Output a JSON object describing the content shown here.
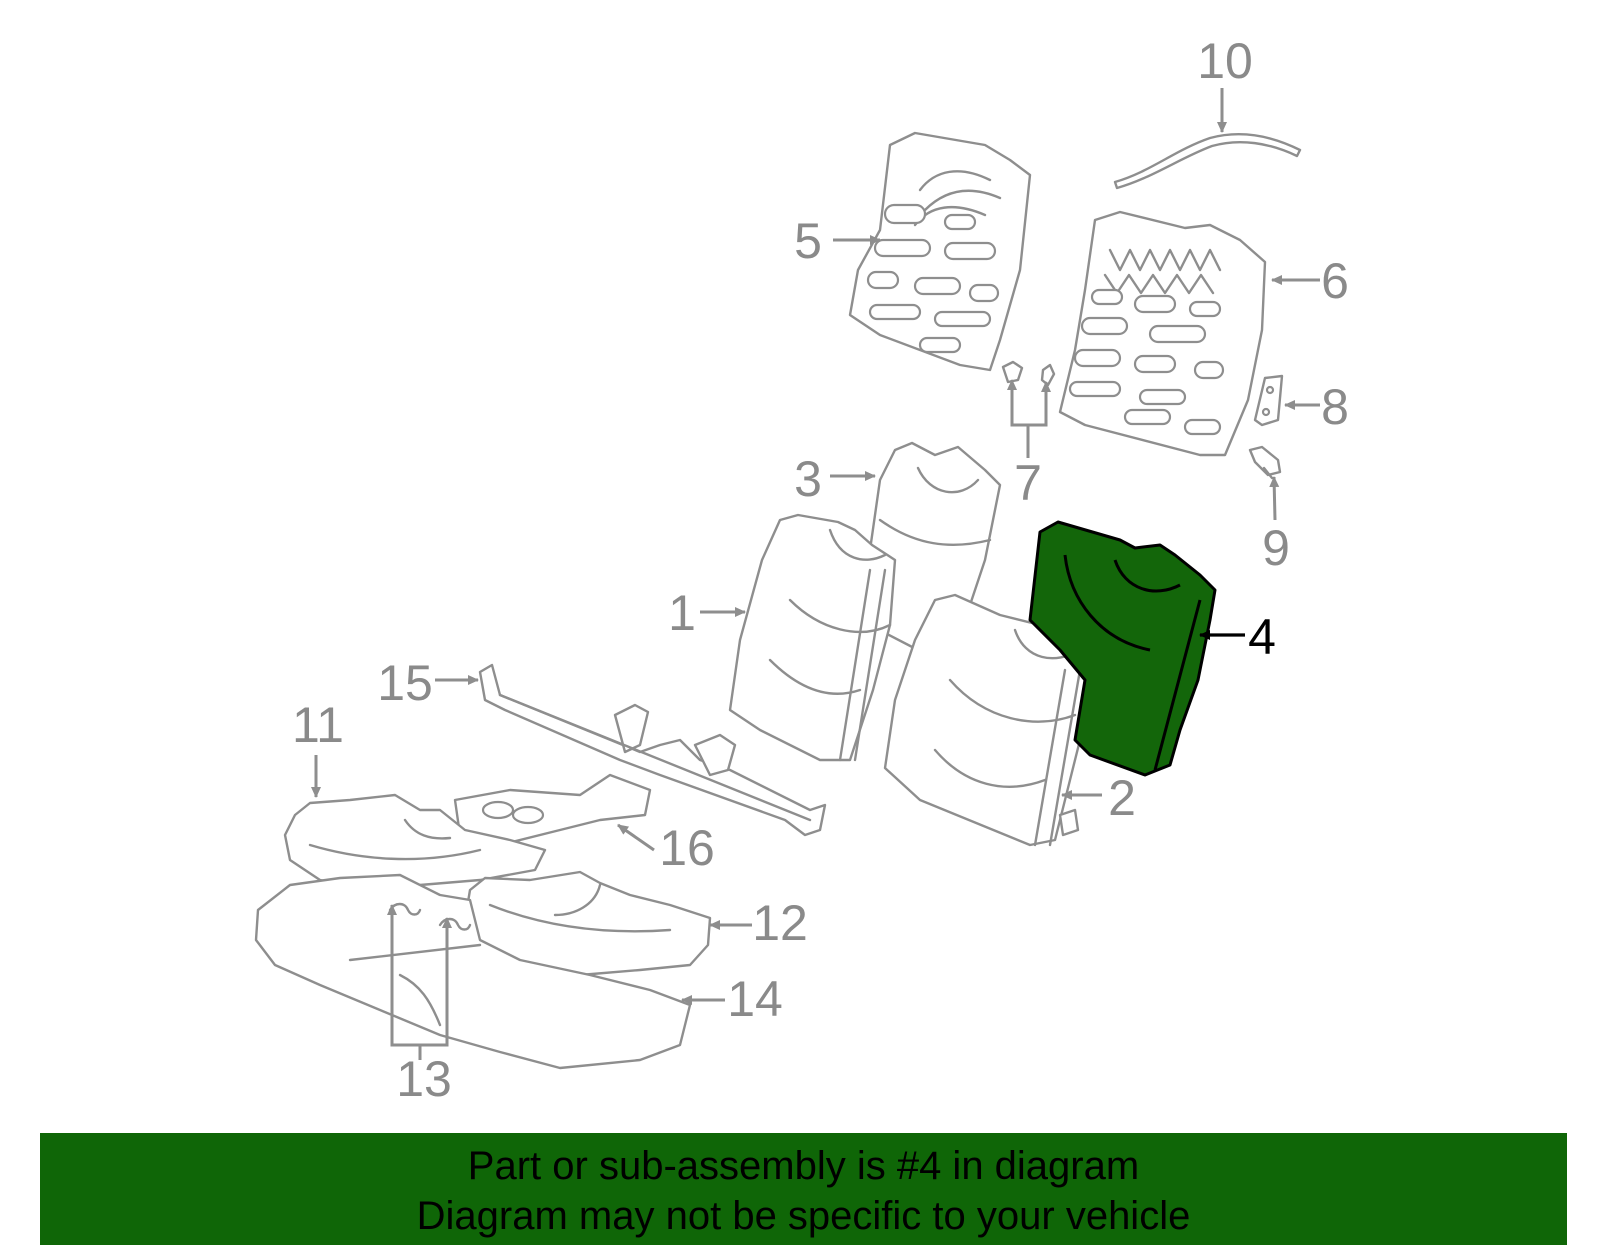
{
  "diagram": {
    "highlight_color": "#13660a",
    "highlighted_part": "4",
    "callouts": [
      "1",
      "2",
      "3",
      "4",
      "5",
      "6",
      "7",
      "8",
      "9",
      "10",
      "11",
      "12",
      "13",
      "14",
      "15",
      "16"
    ]
  },
  "banner": {
    "background": "#0f6607",
    "line1": "Part or sub-assembly is #4 in diagram",
    "line2": "Diagram may not be specific to your vehicle"
  }
}
